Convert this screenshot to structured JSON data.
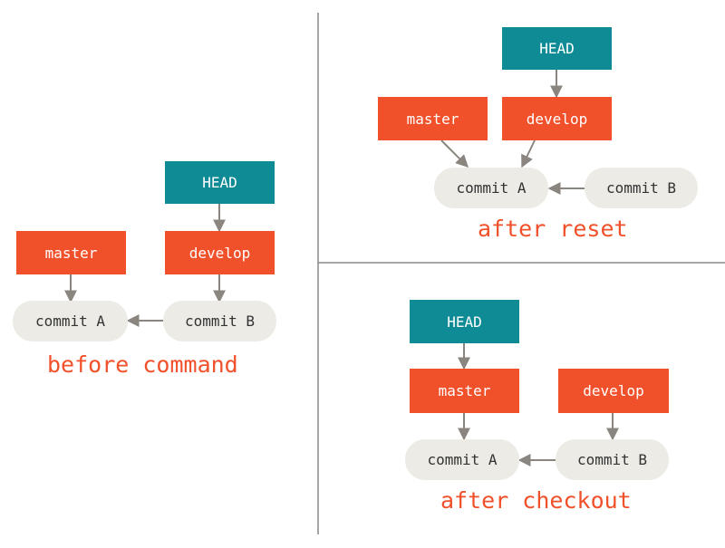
{
  "colors": {
    "head": "#0f8b96",
    "branch": "#f0512b",
    "commit_bg": "#ecebe5",
    "commit_text": "#333333",
    "arrow": "#8a857f",
    "divider": "#888888",
    "caption": "#f0512b"
  },
  "before": {
    "head": "HEAD",
    "master": "master",
    "develop": "develop",
    "commit_a": "commit A",
    "commit_b": "commit B",
    "caption": "before command"
  },
  "after_reset": {
    "head": "HEAD",
    "master": "master",
    "develop": "develop",
    "commit_a": "commit A",
    "commit_b": "commit B",
    "caption": "after reset"
  },
  "after_checkout": {
    "head": "HEAD",
    "master": "master",
    "develop": "develop",
    "commit_a": "commit A",
    "commit_b": "commit B",
    "caption": "after checkout"
  }
}
